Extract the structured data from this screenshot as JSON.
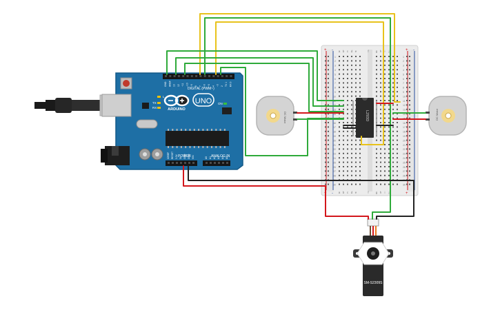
{
  "arduino": {
    "brand": "ARDUINO",
    "model": "UNO",
    "digital_header": "DIGITAL (PWM~)",
    "power_header": "POWER",
    "analog_header": "ANALOG IN",
    "pin_aref": "AREF",
    "pin_gnd": "GND",
    "pins_digital": [
      "13",
      "12",
      "~11",
      "~10",
      "~9",
      "8",
      "7",
      "~6",
      "~5",
      "4",
      "~3",
      "2",
      "TX 1",
      "RX 0"
    ],
    "pins_power": [
      "IOREF",
      "RESET",
      "3.3V",
      "5V",
      "GND",
      "GND",
      "VIN"
    ],
    "pins_analog": [
      "A0",
      "A1",
      "A2",
      "A3",
      "A4",
      "A5"
    ],
    "led_l": "L",
    "led_tx": "TX",
    "led_rx": "RX",
    "led_on": "ON"
  },
  "breadboard": {
    "top_columns": [
      "a",
      "b",
      "c",
      "d",
      "e",
      "",
      "f",
      "g",
      "h",
      "i",
      "j"
    ],
    "bottom_columns": [
      "a",
      "b",
      "c",
      "d",
      "e",
      "",
      "f",
      "g",
      "h",
      "i",
      "j"
    ],
    "rows": [
      "1",
      "2",
      "3",
      "4",
      "5",
      "6",
      "7",
      "8",
      "9",
      "10",
      "11",
      "12",
      "13",
      "14",
      "15",
      "16",
      "17",
      "18",
      "19",
      "20",
      "21",
      "22",
      "23",
      "24",
      "25",
      "26",
      "27",
      "28",
      "29",
      "30"
    ],
    "rail_plus": "+",
    "rail_minus": "-"
  },
  "driver_ic": {
    "label": "L293D"
  },
  "motor_left": {
    "label": "DC Motor"
  },
  "motor_right": {
    "label": "DC Motor"
  },
  "servo": {
    "label": "SM-S2309S"
  },
  "colors": {
    "board": "#1e6fa5",
    "wire_green": "#2eaa3a",
    "wire_yellow": "#e8c21b",
    "wire_red": "#d3161b",
    "wire_black": "#222222",
    "breadboard": "#ececec"
  }
}
